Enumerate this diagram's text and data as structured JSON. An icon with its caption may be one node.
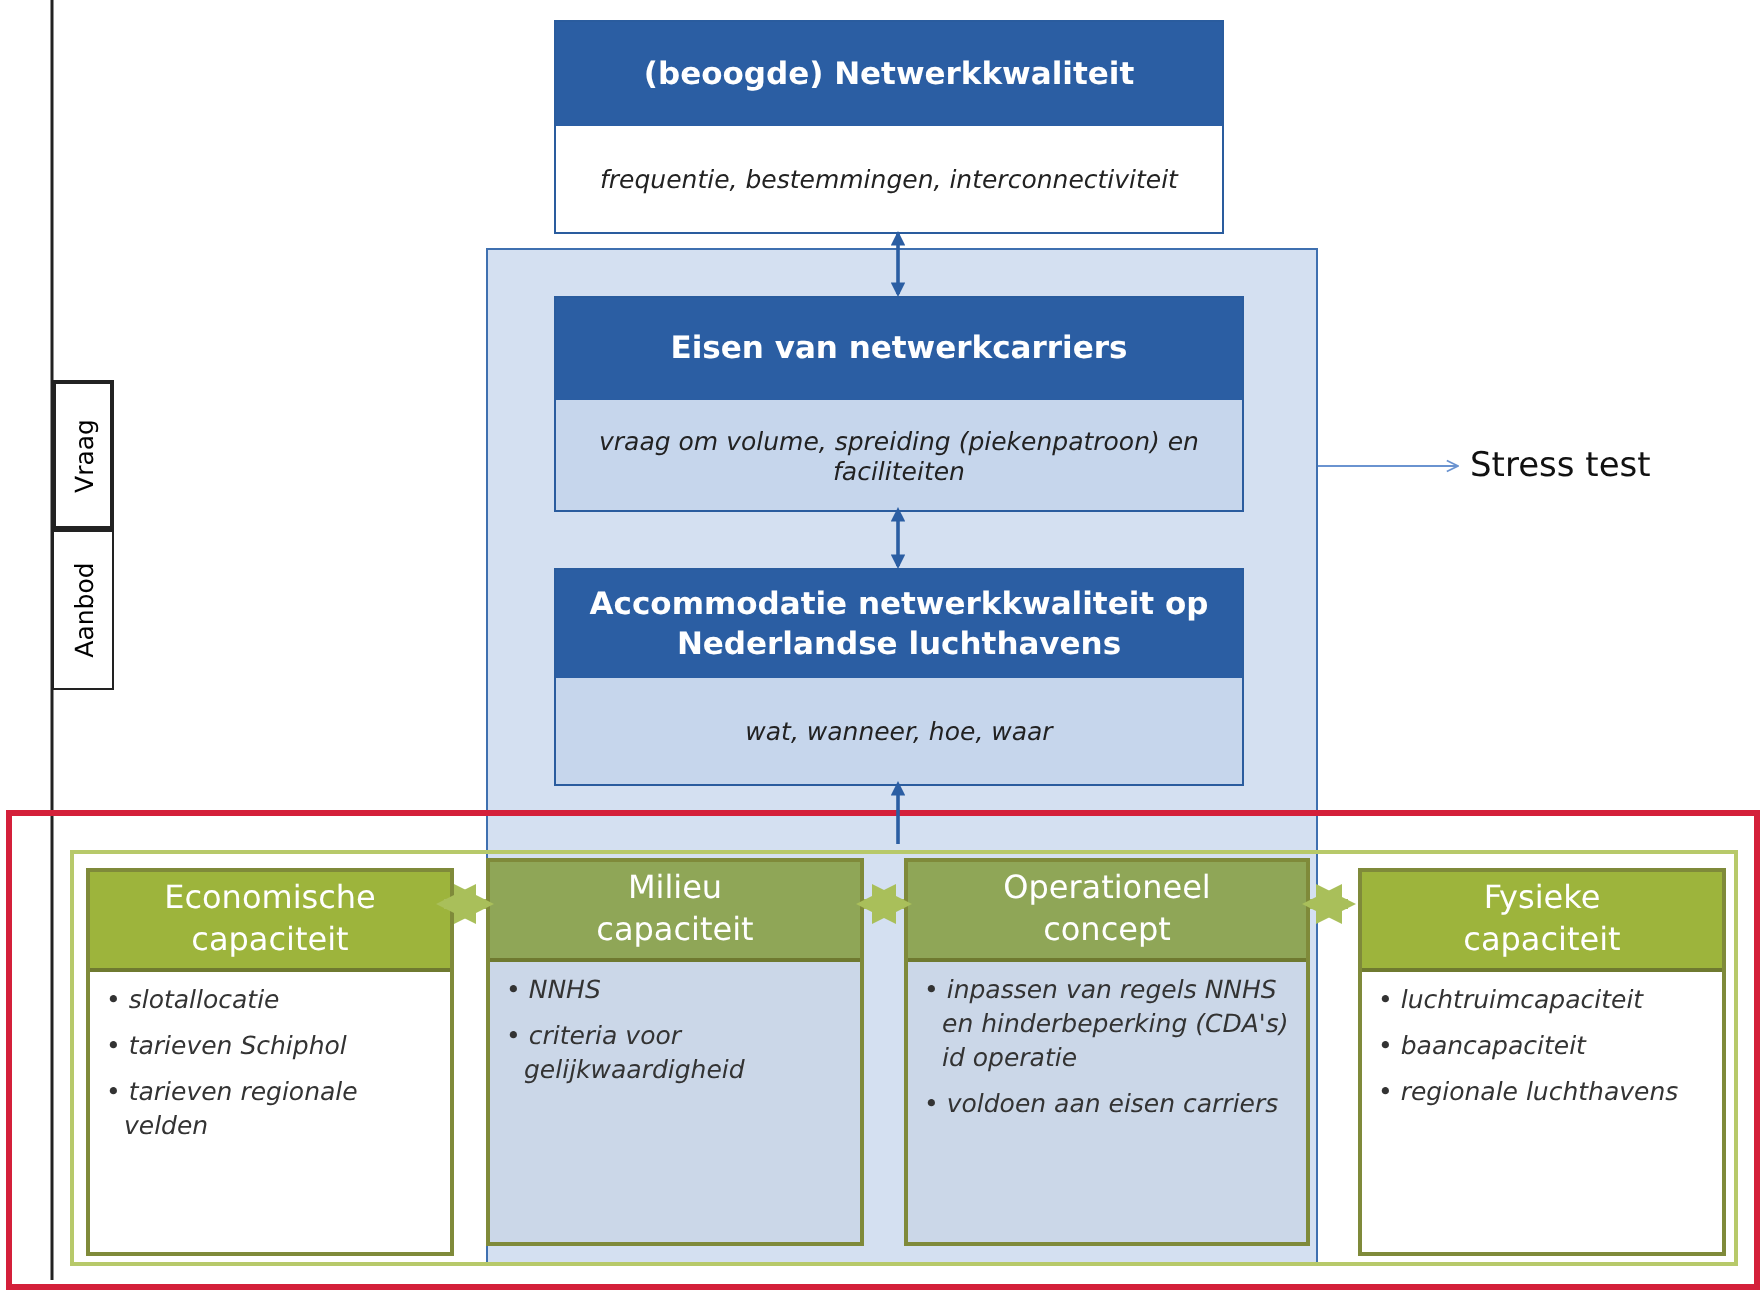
{
  "diagram": {
    "nodes": [
      {
        "text": [
          "(beoogde) Netwerkkwaliteit",
          "frequentie, bestemmingen, interconnectiviteit"
        ]
      },
      {
        "text": [],
        "shape": "box"
      },
      {
        "text": [
          "Eisen van netwerkcarriers",
          "vraag om volume, spreiding (piekenpatroon) en faciliteiten"
        ],
        "in": 1
      },
      {
        "text": [
          "Accommodatie netwerkkwaliteit op Nederlandse luchthavens",
          "wat, wanneer, hoe, waar"
        ],
        "in": 1
      },
      {
        "text": [
          "Stress test"
        ]
      },
      {
        "text": [
          "Vraag"
        ]
      },
      {
        "text": [
          "Aanbod"
        ]
      },
      {
        "text": [],
        "shape": "box"
      },
      {
        "text": [],
        "shape": "box",
        "in": 7
      },
      {
        "text": [
          "Economische capaciteit",
          "• slotallocatie",
          "• tarieven Schiphol",
          "• tarieven regionale velden"
        ],
        "in": 8
      },
      {
        "text": [
          "Milieu capaciteit",
          "• NNHS",
          "• criteria voor gelijkwaardigheid"
        ]
      },
      {
        "text": [
          "Operationeel concept",
          "• inpassen van regels NNHS en hinderbeperking (CDA's) id operatie",
          "• voldoen aan eisen carriers"
        ]
      },
      {
        "text": [
          "Fysieke capaciteit",
          "• luchtruimcapaciteit",
          "• baancapaciteit",
          "• regionale luchthavens"
        ],
        "in": 8
      }
    ],
    "edges": [
      {
        "from": 0,
        "to": 2,
        "arrow": "both"
      },
      {
        "from": 2,
        "to": 3,
        "arrow": "both"
      },
      {
        "from": 8,
        "to": 3,
        "arrow": "to"
      },
      {
        "from": 1,
        "to": 4,
        "arrow": "to",
        "color": "#6a93d0"
      },
      {
        "from": 9,
        "to": 10,
        "arrow": "both",
        "style": "thick",
        "color": "#a9bf5a"
      },
      {
        "from": 10,
        "to": 11,
        "arrow": "both",
        "style": "thick",
        "color": "#a9bf5a"
      },
      {
        "from": 11,
        "to": 12,
        "arrow": "both",
        "style": "thick",
        "color": "#a9bf5a"
      }
    ]
  }
}
